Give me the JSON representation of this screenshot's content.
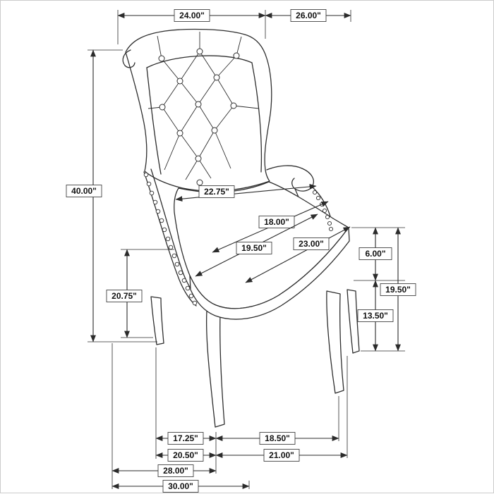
{
  "figure": {
    "subject": "Tufted wingback side chair dimension drawing",
    "units": "inches",
    "line_color": "#2b2b2b",
    "background": "#ffffff",
    "border_color": "#cccccc"
  },
  "dimensions": {
    "back_width": {
      "label": "24.00\"",
      "value": 24.0
    },
    "upper_depth": {
      "label": "26.00\"",
      "value": 26.0
    },
    "overall_height": {
      "label": "40.00\"",
      "value": 40.0
    },
    "arm_height": {
      "label": "20.75\"",
      "value": 20.75
    },
    "seat_back_width": {
      "label": "22.75\"",
      "value": 22.75
    },
    "seat_depth_a": {
      "label": "18.00\"",
      "value": 18.0
    },
    "seat_depth_b": {
      "label": "19.50\"",
      "value": 19.5
    },
    "seat_front_width": {
      "label": "23.00\"",
      "value": 23.0
    },
    "cushion_thickness": {
      "label": "6.00\"",
      "value": 6.0
    },
    "seat_height": {
      "label": "19.50\"",
      "value": 19.5
    },
    "leg_height": {
      "label": "13.50\"",
      "value": 13.5
    },
    "front_leg_spacing": {
      "label": "17.25\"",
      "value": 17.25
    },
    "side_leg_spacing": {
      "label": "18.50\"",
      "value": 18.5
    },
    "base_front_width": {
      "label": "20.50\"",
      "value": 20.5
    },
    "base_side_depth": {
      "label": "21.00\"",
      "value": 21.0
    },
    "base_width": {
      "label": "28.00\"",
      "value": 28.0
    },
    "overall_depth": {
      "label": "30.00\"",
      "value": 30.0
    }
  }
}
